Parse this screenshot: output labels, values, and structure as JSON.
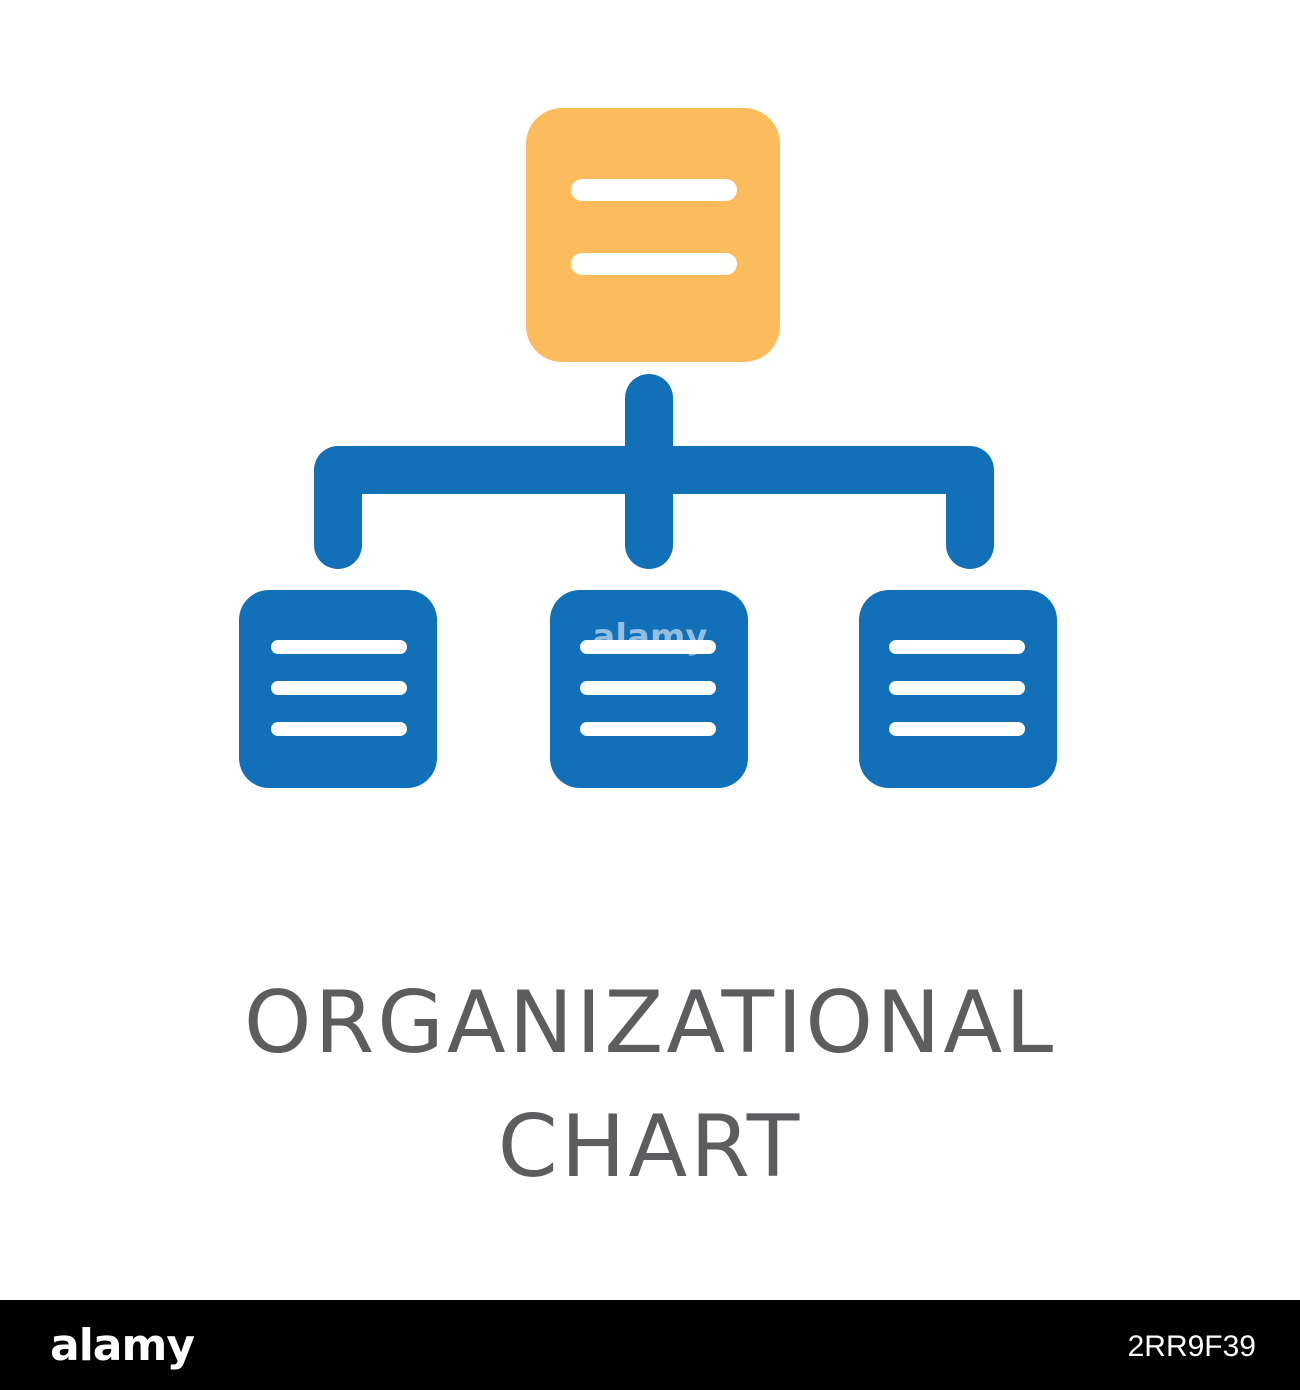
{
  "diagram": {
    "title_line_1": "ORGANIZATIONAL",
    "title_line_2": "CHART",
    "colors": {
      "root_box": "#fcbb5c",
      "child_boxes": "#1170b8",
      "connector": "#1170b8",
      "box_lines": "#ffffff",
      "title_text": "#5d5d5f"
    },
    "icons": [
      "org-chart-icon"
    ]
  },
  "watermark": {
    "text": "alamy",
    "image_id": "2RR9F39"
  }
}
